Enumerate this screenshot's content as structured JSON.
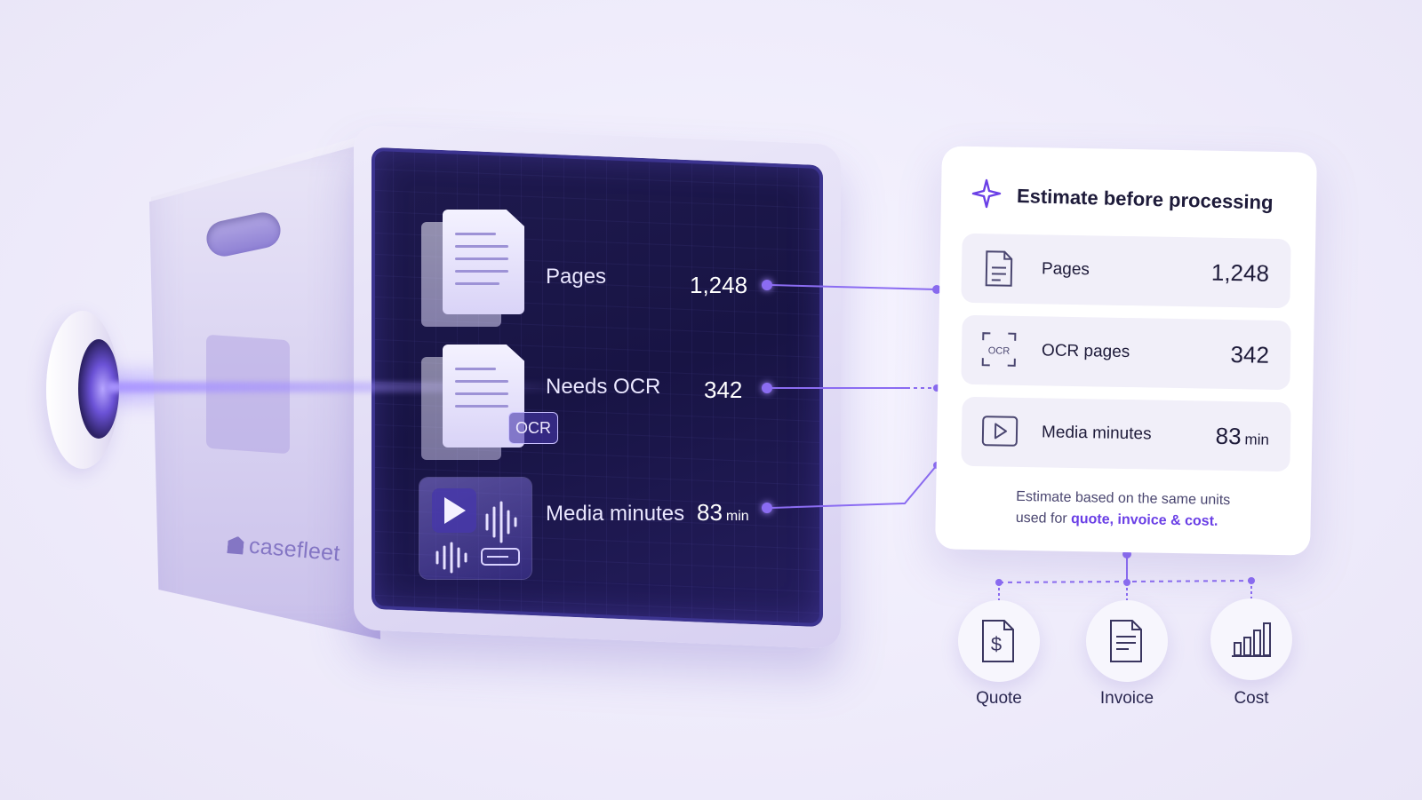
{
  "brand": "casefleet",
  "screen": {
    "rows": [
      {
        "label": "Pages",
        "value": "1,248",
        "unit": ""
      },
      {
        "label": "Needs OCR",
        "value": "342",
        "unit": ""
      },
      {
        "label": "Media minutes",
        "value": "83",
        "unit": "min"
      }
    ],
    "ocr_tag": "OCR"
  },
  "panel": {
    "title": "Estimate before processing",
    "ocr_icon_text": "OCR",
    "rows": [
      {
        "label": "Pages",
        "value": "1,248",
        "unit": "",
        "icon": "document-icon"
      },
      {
        "label": "OCR pages",
        "value": "342",
        "unit": "",
        "icon": "ocr-scan-icon"
      },
      {
        "label": "Media minutes",
        "value": "83",
        "unit": "min",
        "icon": "play-icon"
      }
    ],
    "note_line1": "Estimate based on the same units",
    "note_prefix": "used for ",
    "note_quote": "quote",
    "note_sep1": ", ",
    "note_invoice": "invoice",
    "note_sep2": " & ",
    "note_cost": "cost",
    "note_end": "."
  },
  "outputs": [
    {
      "label": "Quote",
      "icon": "dollar-document-icon"
    },
    {
      "label": "Invoice",
      "icon": "invoice-icon"
    },
    {
      "label": "Cost",
      "icon": "bar-chart-icon"
    }
  ],
  "colors": {
    "accent": "#6a3fe6",
    "screen": "#1c1749",
    "beam": "#a896ff"
  }
}
